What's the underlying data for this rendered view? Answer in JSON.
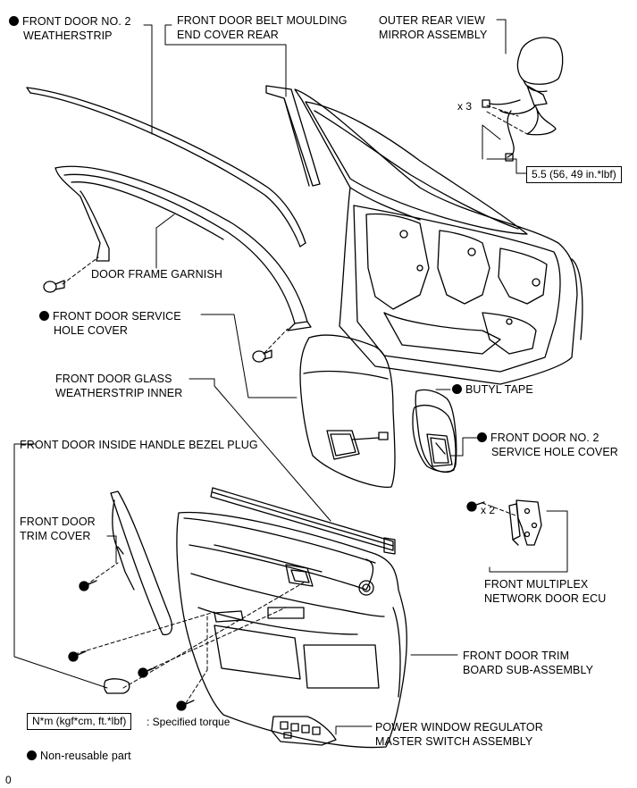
{
  "labels": {
    "weatherstrip": [
      "FRONT DOOR NO. 2",
      "WEATHERSTRIP"
    ],
    "belt_moulding": [
      "FRONT DOOR BELT MOULDING",
      "END COVER REAR"
    ],
    "mirror": [
      "OUTER REAR VIEW",
      "MIRROR ASSEMBLY"
    ],
    "frame_garnish": "DOOR FRAME GARNISH",
    "service_hole_cover": [
      "FRONT DOOR SERVICE",
      "HOLE COVER"
    ],
    "glass_weatherstrip": [
      "FRONT DOOR GLASS",
      "WEATHERSTRIP INNER"
    ],
    "butyl_tape": "BUTYL TAPE",
    "handle_bezel_plug": "FRONT DOOR INSIDE HANDLE BEZEL PLUG",
    "service_hole_cover_2": [
      "FRONT DOOR NO. 2",
      "SERVICE HOLE COVER"
    ],
    "trim_cover": [
      "FRONT DOOR",
      "TRIM COVER"
    ],
    "multiplex_ecu": [
      "FRONT MULTIPLEX",
      "NETWORK DOOR ECU"
    ],
    "trim_board": [
      "FRONT DOOR TRIM",
      "BOARD SUB-ASSEMBLY"
    ],
    "window_switch": [
      "POWER WINDOW REGULATOR",
      "MASTER SWITCH ASSEMBLY"
    ]
  },
  "callouts": {
    "mirror_qty": "x 3",
    "ecu_qty": "x 2",
    "mirror_torque": "5.5 (56, 49 in.*lbf)"
  },
  "legend": {
    "torque_unit": "N*m (kgf*cm, ft.*lbf)",
    "torque_text": ": Specified torque",
    "non_reusable": "Non-reusable part",
    "page_mark": "0"
  }
}
